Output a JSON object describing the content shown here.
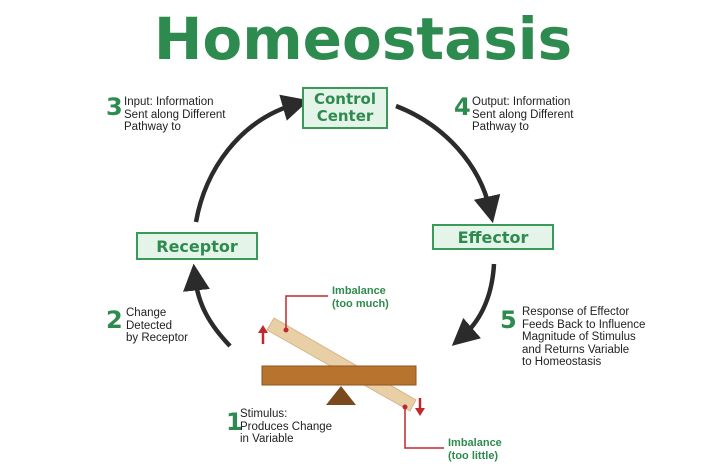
{
  "title": "Homeostasis",
  "boxes": {
    "control_line1": "Control",
    "control_line2": "Center",
    "receptor": "Receptor",
    "effector": "Effector"
  },
  "steps": [
    {
      "num": "1",
      "lines": [
        "Stimulus:",
        "Produces Change",
        "in Variable"
      ]
    },
    {
      "num": "2",
      "lines": [
        "Change",
        "Detected",
        "by Receptor"
      ]
    },
    {
      "num": "3",
      "lines": [
        "Input: Information",
        "Sent along Different",
        "Pathway to"
      ]
    },
    {
      "num": "4",
      "lines": [
        "Output: Information",
        "Sent along Different",
        "Pathway to"
      ]
    },
    {
      "num": "5",
      "lines": [
        "Response of Effector",
        "Feeds Back to Influence",
        "Magnitude of Stimulus",
        "and Returns Variable",
        "to Homeostasis"
      ]
    }
  ],
  "imbalance": {
    "too_much": [
      "Imbalance",
      "(too much)"
    ],
    "too_little": [
      "Imbalance",
      "(too little)"
    ]
  },
  "colors": {
    "green": "#2e8b4f",
    "box_fill": "#e5f4e8",
    "arrow": "#2b2b2b",
    "red": "#c0282d",
    "plank_light": "#e8cfa6",
    "plank_dark": "#b8742e",
    "fulcrum": "#7a4a1c"
  }
}
